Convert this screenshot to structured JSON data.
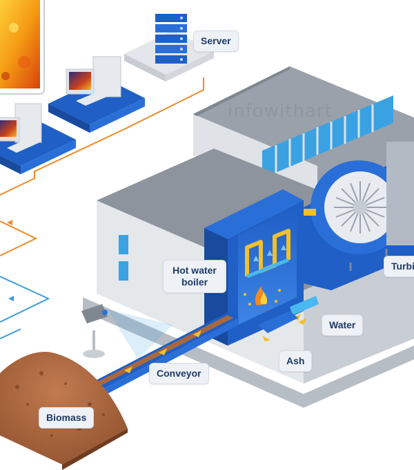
{
  "labels": {
    "server": "Server",
    "hot_water_boiler": "Hot water boiler",
    "turbine": "Turbi",
    "water": "Water",
    "ash": "Ash",
    "conveyor": "Conveyor",
    "biomass": "Biomass"
  },
  "watermark": "infowithart",
  "colors": {
    "boiler_blue": "#1f5fc6",
    "orange_line": "#f08a24",
    "blue_line": "#3b9be0",
    "biomass_brown": "#b06a44",
    "building_gray": "#a9b0ba"
  }
}
